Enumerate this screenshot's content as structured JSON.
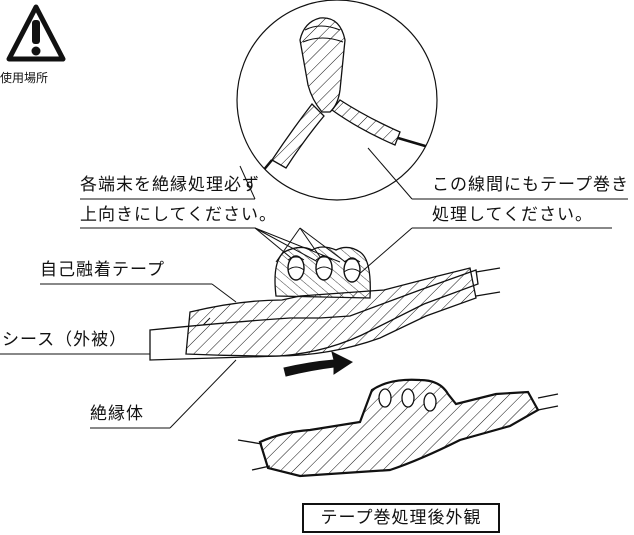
{
  "warning": {
    "icon": "warning-triangle-icon",
    "text": "使用場所"
  },
  "labels": {
    "terminal_line1": "各端末を絶縁処理必ず",
    "terminal_line2": "上向きにしてください。",
    "gap_line1": "この線間にもテープ巻き",
    "gap_line2": "処理してください。",
    "self_fusing_tape": "自己融着テープ",
    "sheath": "シース（外被）",
    "insulator": "絶縁体",
    "caption": "テープ巻処理後外観"
  },
  "colors": {
    "ink": "#111111",
    "background": "#ffffff"
  }
}
